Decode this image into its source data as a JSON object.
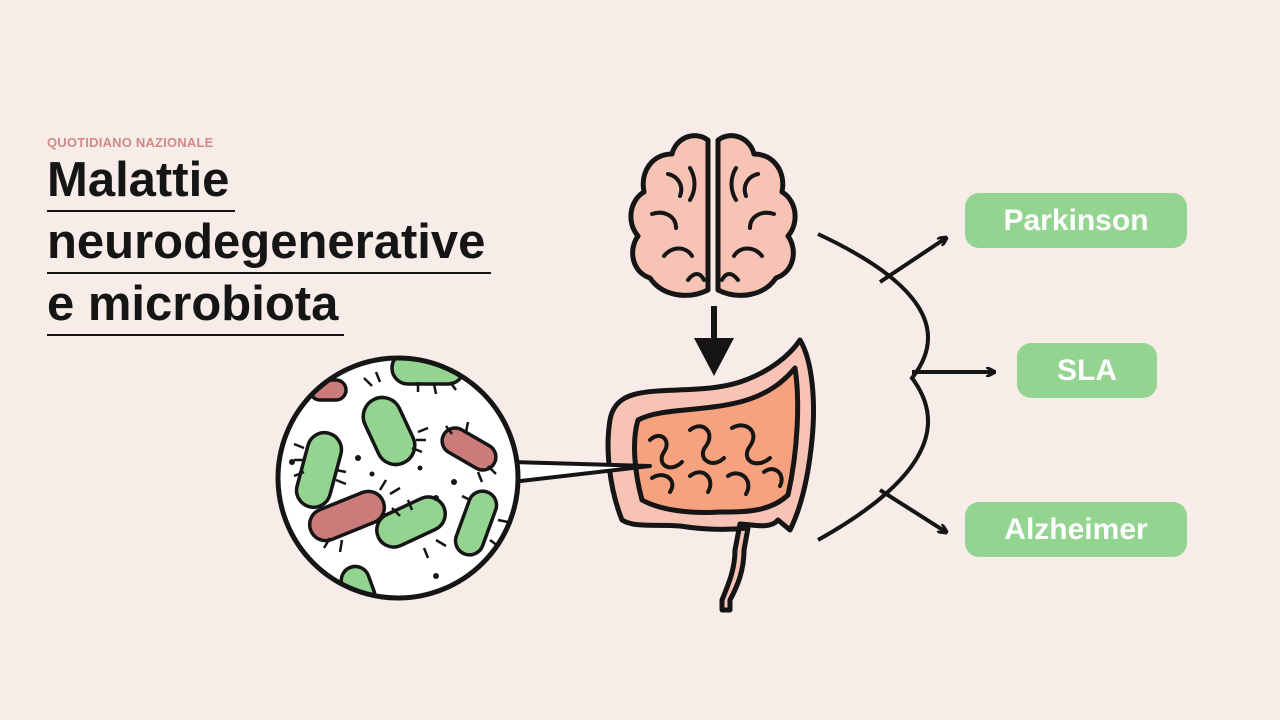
{
  "header": {
    "source": "QUOTIDIANO NAZIONALE",
    "title_lines": [
      "Malattie",
      "neurodegenerative",
      "e microbiota"
    ]
  },
  "diseases": [
    "Parkinson",
    "SLA",
    "Alzheimer"
  ],
  "colors": {
    "background": "#f7ece8",
    "pill": "#93d590",
    "bacteria_green": "#93d590",
    "bacteria_red": "#cc7b7b",
    "brain": "#f6c3b5",
    "intestine_outer": "#f6c3b5",
    "intestine_inner": "#f6a27f",
    "source_text": "#d08a86"
  },
  "icons": [
    "brain-icon",
    "intestine-icon",
    "bacteria-magnifier",
    "arrow-icon"
  ]
}
